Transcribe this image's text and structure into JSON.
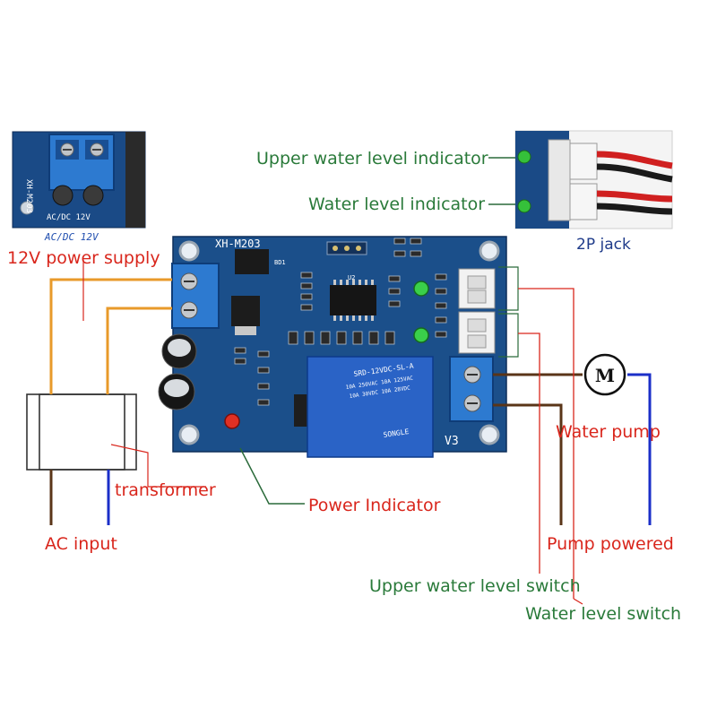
{
  "colors": {
    "board": "#1b4f8a",
    "terminal": "#1f6fc0",
    "wire_orange": "#e89a2a",
    "wire_brown": "#5a3518",
    "wire_blue": "#1b2fc8",
    "wire_red": "#d9261c",
    "leader_green": "#2a6a3a",
    "label_red": "#d9261c",
    "label_green": "#2a7a3a",
    "label_blue": "#1f2fa8"
  },
  "labels": {
    "power_supply": "12V power supply",
    "ac_input": "AC input",
    "transformer": "transformer",
    "power_indicator": "Power Indicator",
    "upper_indicator": "Upper water level indicator",
    "level_indicator": "Water level indicator",
    "jack": "2P jack",
    "water_pump": "Water pump",
    "pump_powered": "Pump powered",
    "upper_switch": "Upper water level switch",
    "level_switch": "Water level switch",
    "motor": "M"
  },
  "silkscreen": {
    "model": "XH-M203",
    "inset_model": "XH-M203",
    "inset_power": "AC/DC 12V",
    "caption": "AC/DC 12V",
    "relay_model": "SRD-12VDC-SL-A",
    "relay_ratings": "10A 250VAC  10A 125VAC",
    "relay_ratings_2": "10A 30VDC  10A 28VDC",
    "relay_brand": "SONGLE",
    "version": "V3",
    "u2": "U2",
    "bd1": "BD1"
  },
  "icons": [
    "motor-icon",
    "led-icon",
    "capacitor-icon",
    "relay-icon",
    "terminal-block-icon",
    "transformer-icon"
  ]
}
